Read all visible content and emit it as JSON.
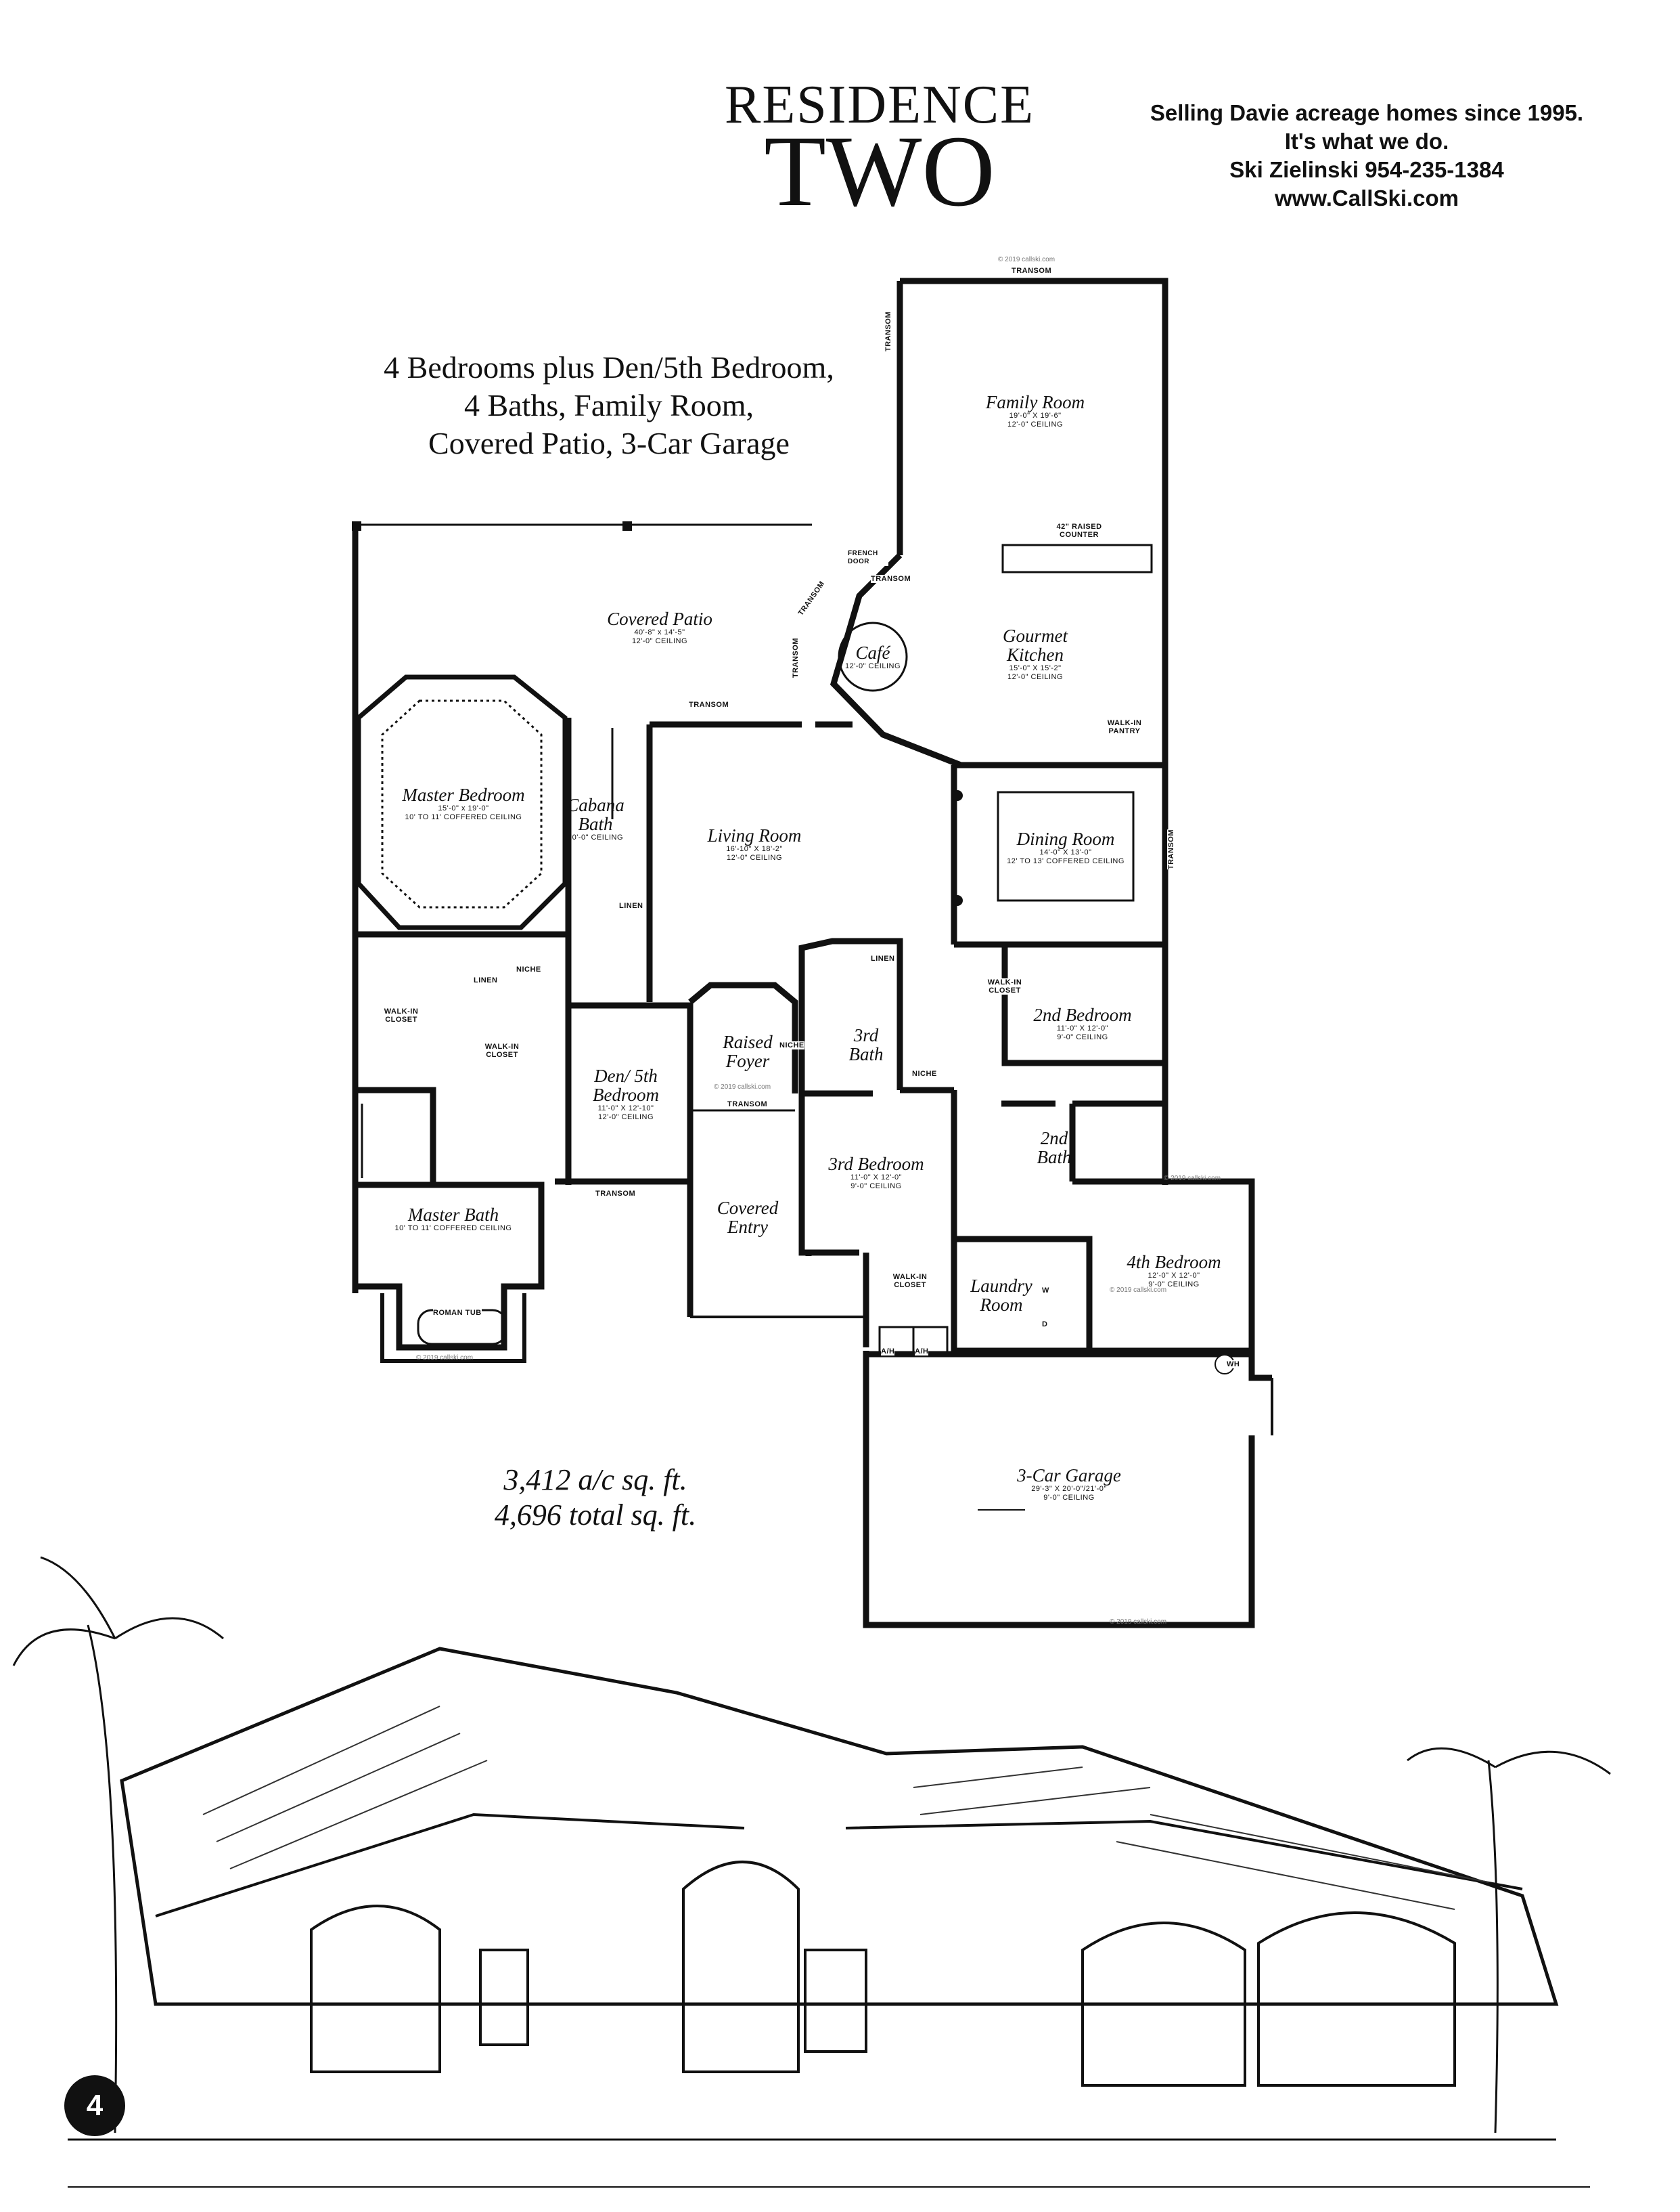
{
  "header": {
    "residence": "RESIDENCE",
    "model": "TWO"
  },
  "contact": {
    "line1": "Selling Davie acreage homes since 1995.",
    "line2": "It's what we do.",
    "line3": "Ski Zielinski 954-235-1384",
    "line4": "www.CallSki.com"
  },
  "features": {
    "line1": "4 Bedrooms plus Den/5th Bedroom,",
    "line2": "4 Baths, Family Room,",
    "line3": "Covered Patio, 3-Car Garage"
  },
  "area": {
    "ac": "3,412 a/c sq. ft.",
    "total": "4,696 total sq. ft."
  },
  "rooms": {
    "family_room": {
      "name": "Family Room",
      "dims": "19'-0\" X 19'-6\"",
      "ceiling": "12'-0\" CEILING"
    },
    "gourmet_kitchen": {
      "name": "Gourmet Kitchen",
      "dims": "15'-0\" X 15'-2\"",
      "ceiling": "12'-0\" CEILING"
    },
    "cafe": {
      "name": "Café",
      "ceiling": "12'-0\" CEILING"
    },
    "covered_patio": {
      "name": "Covered Patio",
      "dims": "40'-8\" x 14'-5\"",
      "ceiling": "12'-0\" CEILING"
    },
    "master_bedroom": {
      "name": "Master Bedroom",
      "dims": "15'-0\" x 19'-0\"",
      "ceiling": "10' TO 11' COFFERED CEILING"
    },
    "cabana_bath": {
      "name": "Cabana Bath",
      "ceiling": "10'-0\" CEILING"
    },
    "living_room": {
      "name": "Living Room",
      "dims": "16'-10\" X 18'-2\"",
      "ceiling": "12'-0\" CEILING"
    },
    "dining_room": {
      "name": "Dining Room",
      "dims": "14'-0\" X 13'-0\"",
      "ceiling": "12' TO 13' COFFERED CEILING"
    },
    "second_bedroom": {
      "name": "2nd Bedroom",
      "dims": "11'-0\" X 12'-0\"",
      "ceiling": "9'-0\" CEILING"
    },
    "raised_foyer": {
      "name": "Raised Foyer"
    },
    "third_bath": {
      "name": "3rd Bath"
    },
    "den": {
      "name": "Den/ 5th Bedroom",
      "dims": "11'-0\" X 12'-10\"",
      "ceiling": "12'-0\" CEILING"
    },
    "second_bath": {
      "name": "2nd Bath"
    },
    "third_bedroom": {
      "name": "3rd Bedroom",
      "dims": "11'-0\" X 12'-0\"",
      "ceiling": "9'-0\" CEILING"
    },
    "covered_entry": {
      "name": "Covered Entry"
    },
    "master_bath": {
      "name": "Master Bath",
      "ceiling": "10' TO 11' COFFERED CEILING"
    },
    "fourth_bedroom": {
      "name": "4th Bedroom",
      "dims": "12'-0\" X 12'-0\"",
      "ceiling": "9'-0\" CEILING"
    },
    "laundry_room": {
      "name": "Laundry Room"
    },
    "garage": {
      "name": "3-Car Garage",
      "dims": "29'-3\" X 20'-0\"/21'-0\"",
      "ceiling": "9'-0\" CEILING"
    }
  },
  "tags": {
    "transom": "TRANSOM",
    "french_door": "FRENCH DOOR",
    "raised_counter": "42\" RAISED COUNTER",
    "walk_in_pantry": "WALK-IN PANTRY",
    "linen": "LINEN",
    "niche": "NICHE",
    "walk_in_closet": "WALK-IN CLOSET",
    "roman_tub": "ROMAN TUB",
    "wh": "WH",
    "a_h": "A/H",
    "w": "W",
    "d": "D"
  },
  "watermark": "© 2019 callski.com",
  "page_number": "4"
}
